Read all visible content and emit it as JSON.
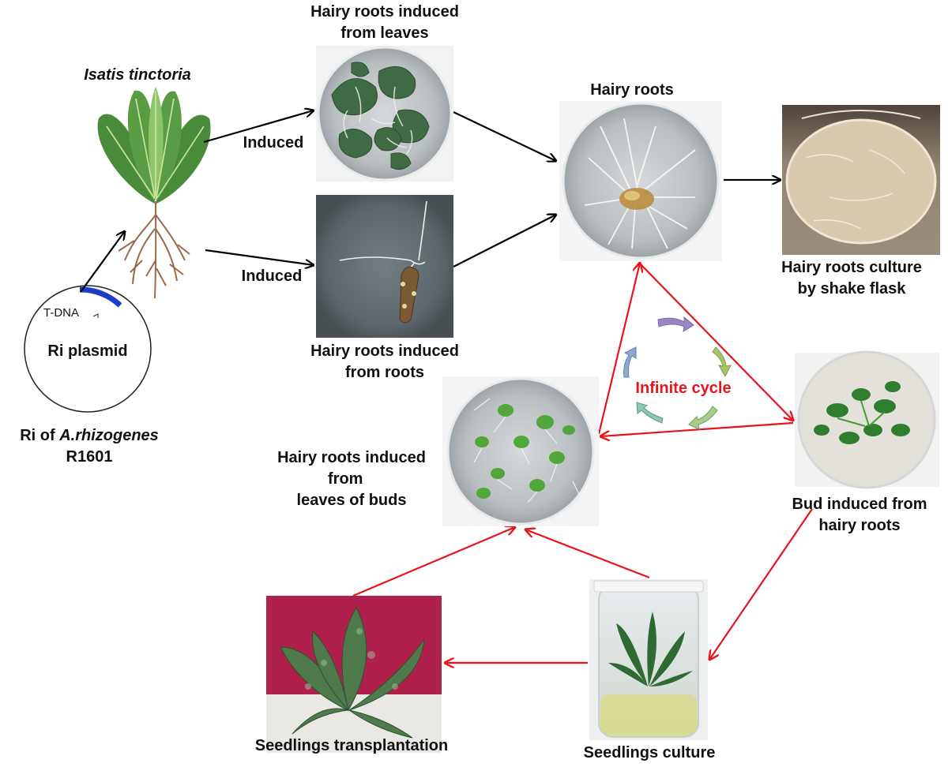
{
  "labels": {
    "species": "Isatis tinctoria",
    "induced_upper": "Induced",
    "induced_lower": "Induced",
    "hr_leaves_1": "Hairy roots induced",
    "hr_leaves_2": "from leaves",
    "hr_roots_1": "Hairy roots induced",
    "hr_roots_2": "from roots",
    "hairy_roots": "Hairy roots",
    "flask_1": "Hairy roots culture",
    "flask_2": "by shake flask",
    "tdna": "T-DNA",
    "plasmid": "Ri plasmid",
    "ri_of_prefix": "Ri of ",
    "ri_of_species": "A.rhizogenes",
    "strain": "R1601",
    "infinite_cycle": "Infinite cycle",
    "bud_1": "Bud induced from",
    "bud_2": "hairy roots",
    "buds_1": "Hairy roots induced",
    "buds_2": "from",
    "buds_3": "leaves of buds",
    "seedlings_culture": "Seedlings culture",
    "seedlings_transplant": "Seedlings transplantation"
  },
  "colors": {
    "arrow_black": "#000000",
    "arrow_red": "#e8141b",
    "tdna_segment": "#1a3ec8",
    "cycle_purple": "#9b86c4",
    "cycle_green": "#a6c46a",
    "cycle_teal": "#8cc6b4",
    "cycle_blue": "#8ea8cf"
  }
}
